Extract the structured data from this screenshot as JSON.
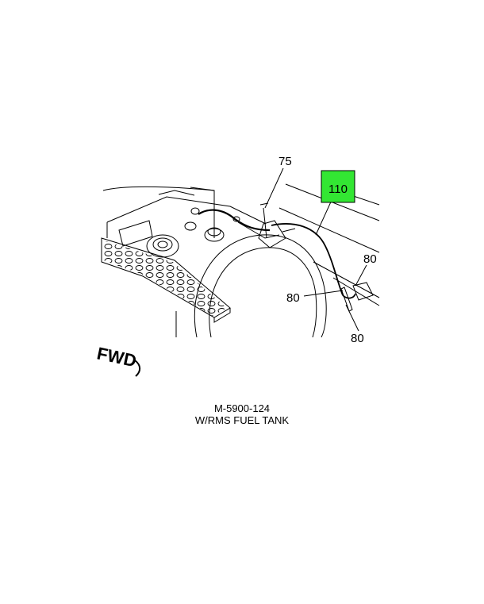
{
  "callouts": {
    "c75": "75",
    "c110": "110",
    "c80_right": "80",
    "c80_left": "80",
    "c80_bottom": "80"
  },
  "highlight_color": "#33e633",
  "fwd_label": "FWD",
  "caption": {
    "code": "M-5900-124",
    "description": "W/RMS FUEL TANK"
  }
}
